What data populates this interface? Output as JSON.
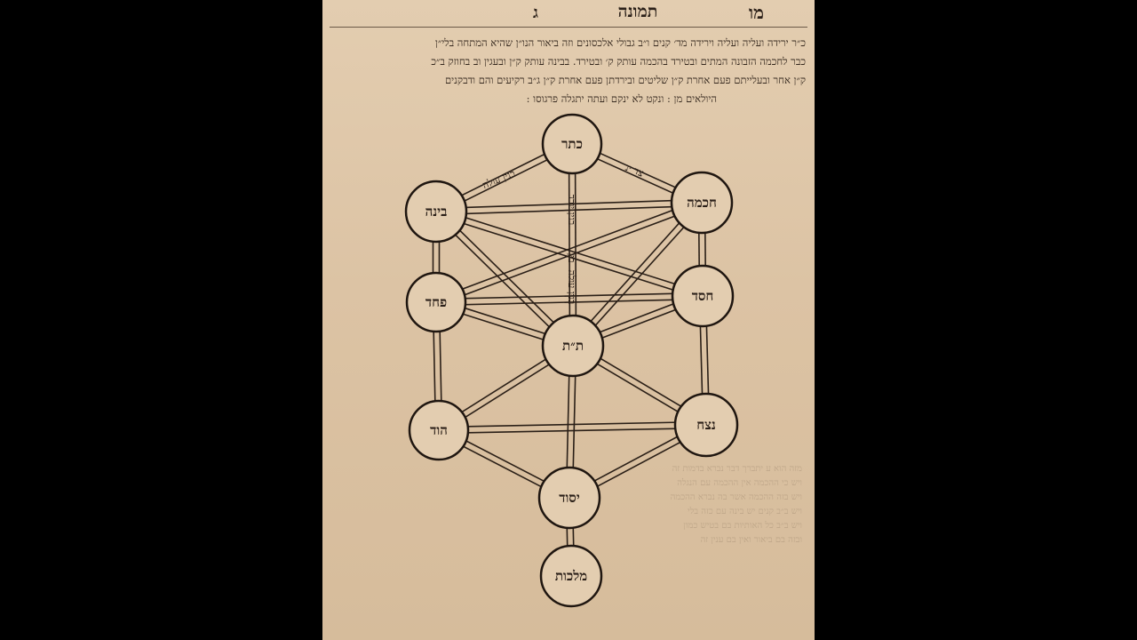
{
  "header": {
    "title": "תמונה",
    "letter": "ג",
    "page_number": "מו"
  },
  "intro_lines": [
    "כ״ר ירידה ועליה ועליה וירידה מד׳ קנים ו״ב גבולי אלכסונים וזה ביאור הנו״ן שהיא המתחה בלי״ן",
    "כבר לחכמה הזבונה המתים ובטירד בהכמה עותק ק׳ ובטירד. בבינה עותק ק״ן ובעגין וב בחוזק ב״כ",
    "ק״ן אחר ובעלייתם פעם אחרת ק״ן שליטים ובירדתן פעם אחרת ק״ן ג״ב רקיעים והם ודבקנים",
    "היולאים מן : ונקט לא ינקם ועתה יתגלה פרגוסו :"
  ],
  "bleed_lines": [
    "מזה הוא ע יתברך דבר נברא בדמות זה",
    "ויש כי ההכמה אין ההכמה עם הנגלה",
    "ויש בזה ההכמה אשר בה נברא ההכמה",
    "ויש ב״ב קנים יש בינה עם כזה בלי",
    "ויש ב״ב כל האותיות בם בטיש כמון",
    "ובזה בם ביאור ואין בם ענין זה"
  ],
  "diagram": {
    "nodes": [
      {
        "id": "keter",
        "label": "כתר"
      },
      {
        "id": "chochmah",
        "label": "חכמה"
      },
      {
        "id": "binah",
        "label": "בינה"
      },
      {
        "id": "chesed",
        "label": "חסד"
      },
      {
        "id": "pachad",
        "label": "פחד"
      },
      {
        "id": "tiferet",
        "label": "ת״ת"
      },
      {
        "id": "netzach",
        "label": "נצח"
      },
      {
        "id": "hod",
        "label": "הוד"
      },
      {
        "id": "yesod",
        "label": "יסוד"
      },
      {
        "id": "malchut",
        "label": "מלכות"
      }
    ],
    "edge_labels": {
      "keter_binah": "בנין עולה",
      "keter_chochmah": "צד ינ",
      "keter_tiferet_top": "בנין יורד",
      "keter_tiferet_bottom": "בנין עולה",
      "crossing": "בין"
    }
  }
}
